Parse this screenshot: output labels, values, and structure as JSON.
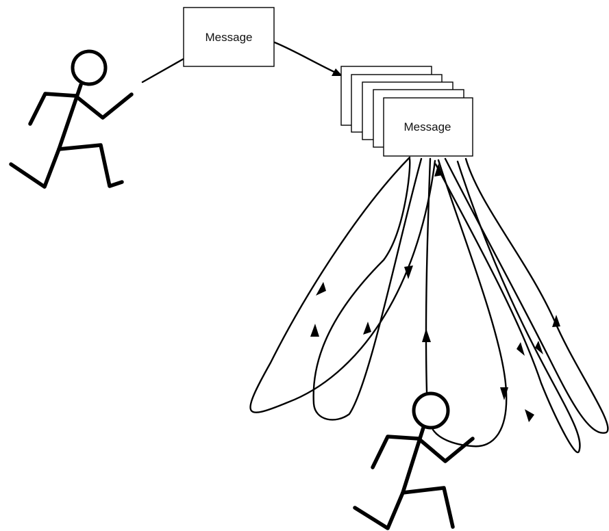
{
  "diagram": {
    "sent_message_label": "Message",
    "stack_message_label": "Message",
    "stack_count": 5,
    "loop_count": 5
  },
  "colors": {
    "ink": "#000000",
    "paper": "#ffffff"
  },
  "icons": {
    "sender": "stick-figure-running-icon",
    "receiver": "stick-figure-running-icon"
  }
}
